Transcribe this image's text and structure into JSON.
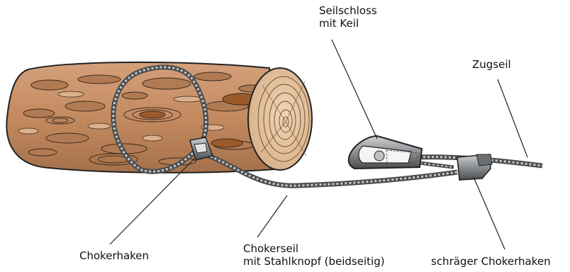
{
  "labels": {
    "seilschloss": [
      "Seilschloss",
      "mit Keil"
    ],
    "zugseil": "Zugseil",
    "chokerhaken": "Chokerhaken",
    "chokerseil": [
      "Chokerseil",
      "mit Stahlknopf (beidseitig)"
    ],
    "schraeger_chokerhaken": "schräger Chokerhaken"
  },
  "colors": {
    "wood_base": "#c9926a",
    "wood_light": "#d9aa85",
    "wood_dark": "#a8764f",
    "knot": "#9b5a2a",
    "end_grain": "#e3c29f",
    "steel_dark": "#5e6062",
    "steel_light": "#c7c9cb",
    "outline": "#222222"
  }
}
